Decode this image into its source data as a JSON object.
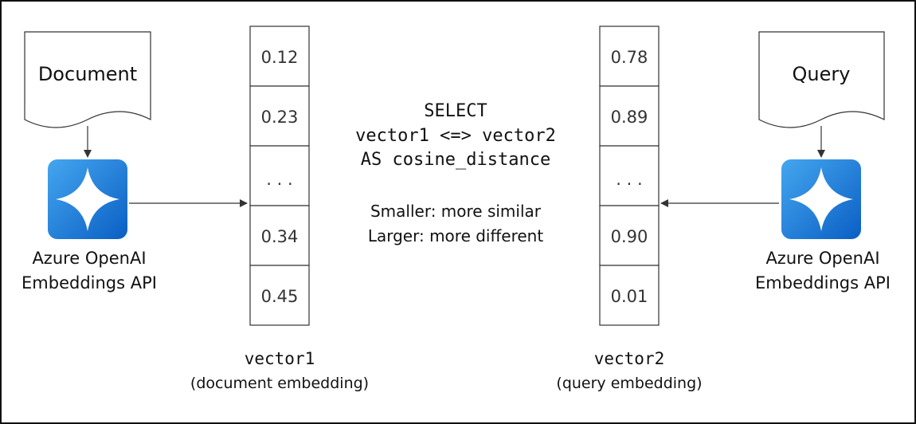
{
  "document": {
    "label": "Document"
  },
  "query": {
    "label": "Query"
  },
  "left_api": {
    "line1": "Azure OpenAI",
    "line2": "Embeddings API"
  },
  "right_api": {
    "line1": "Azure OpenAI",
    "line2": "Embeddings API"
  },
  "vector1": {
    "cells": [
      "0.12",
      "0.23",
      ". . .",
      "0.34",
      "0.45"
    ],
    "name": "vector1",
    "caption": "(document embedding)"
  },
  "vector2": {
    "cells": [
      "0.78",
      "0.89",
      ". . .",
      "0.90",
      "0.01"
    ],
    "name": "vector2",
    "caption": "(query embedding)"
  },
  "sql": {
    "line1": "SELECT",
    "line2": "vector1 <=> vector2",
    "line3": "AS cosine_distance"
  },
  "notes": {
    "smaller": "Smaller: more similar",
    "larger": "Larger: more different"
  },
  "icon": {
    "name": "azure-openai-sparkle-icon",
    "color_light": "#3ea0ec",
    "color_dark": "#0b63c8"
  }
}
